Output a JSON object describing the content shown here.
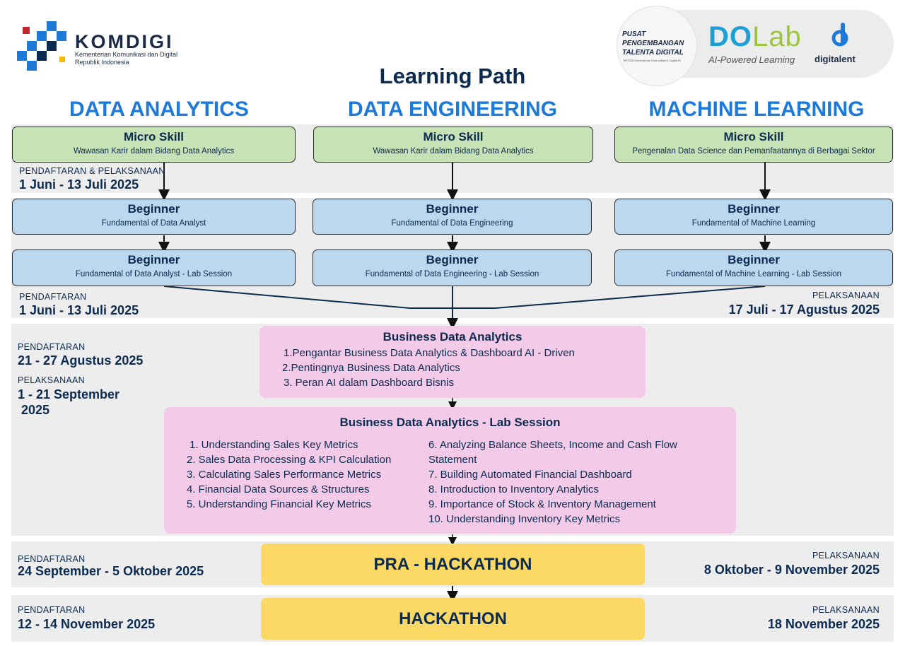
{
  "logos": {
    "komdigi": {
      "name": "KOMDIGI",
      "subtitle_line1": "Kementerian Komunikasi dan Digital",
      "subtitle_line2": "Republik Indonesia"
    },
    "pusat": {
      "line1": "PUSAT",
      "line2": "PENGEMBANGAN",
      "line3": "TALENTA DIGITAL",
      "small": "BPSDM Kementerian Komunikasi & Digital RI"
    },
    "dolab": {
      "do": "DO",
      "lab": "Lab",
      "tagline": "AI-Powered Learning"
    },
    "digitalent": {
      "name": "digitalent"
    },
    "colors": {
      "komdigi_blue": "#1e7ad9",
      "komdigi_red": "#c4262e",
      "komdigi_yellow": "#f5b800",
      "dolab_blue": "#1e9fd6",
      "dolab_green": "#9bc53d"
    }
  },
  "title": "Learning Path",
  "tracks": [
    {
      "title": "DATA ANALYTICS",
      "micro": {
        "level": "Micro Skill",
        "course": "Wawasan Karir dalam Bidang Data Analytics"
      },
      "beginner1": {
        "level": "Beginner",
        "course": "Fundamental of Data Analyst"
      },
      "beginner2": {
        "level": "Beginner",
        "course": "Fundamental of Data Analyst - Lab Session"
      }
    },
    {
      "title": "DATA ENGINEERING",
      "micro": {
        "level": "Micro Skill",
        "course": "Wawasan Karir dalam Bidang Data Analytics"
      },
      "beginner1": {
        "level": "Beginner",
        "course": "Fundamental of Data Engineering"
      },
      "beginner2": {
        "level": "Beginner",
        "course": "Fundamental of Data Engineering - Lab Session"
      }
    },
    {
      "title": "MACHINE LEARNING",
      "micro": {
        "level": "Micro Skill",
        "course": "Pengenalan Data Science dan Pemanfaatannya di Berbagai Sektor"
      },
      "beginner1": {
        "level": "Beginner",
        "course": "Fundamental of Machine Learning"
      },
      "beginner2": {
        "level": "Beginner",
        "course": "Fundamental of Machine Learning - Lab Session"
      }
    }
  ],
  "schedule": {
    "micro": {
      "label": "PENDAFTARAN & PELAKSANAAN",
      "date": "1 Juni - 13 Juli 2025"
    },
    "beginner": {
      "reg_label": "PENDAFTARAN",
      "reg_date": "1 Juni - 13 Juli 2025",
      "exec_label": "PELAKSANAAN",
      "exec_date": "17 Juli - 17 Agustus 2025"
    },
    "bda": {
      "reg_label": "PENDAFTARAN",
      "reg_date": "21 - 27 Agustus 2025",
      "exec_label": "PELAKSANAAN",
      "exec_date_line1": "1 - 21 September",
      "exec_date_line2": "2025"
    },
    "pra": {
      "reg_label": "PENDAFTARAN",
      "reg_date": "24 September - 5 Oktober 2025",
      "exec_label": "PELAKSANAAN",
      "exec_date": "8 Oktober - 9 November 2025"
    },
    "hack": {
      "reg_label": "PENDAFTARAN",
      "reg_date": "12 - 14 November 2025",
      "exec_label": "PELAKSANAAN",
      "exec_date": "18 November 2025"
    }
  },
  "bda": {
    "title": "Business Data Analytics",
    "items": [
      "1.Pengantar Business Data Analytics & Dashboard AI - Driven",
      "2.Pentingnya Business Data Analytics",
      "3. Peran AI dalam Dashboard Bisnis"
    ]
  },
  "bda_lab": {
    "title": "Business Data Analytics - Lab Session",
    "left_items": [
      "1. Understanding Sales Key Metrics",
      "2. Sales Data Processing & KPI Calculation",
      "3. Calculating Sales Performance Metrics",
      "4. Financial Data Sources & Structures",
      "5. Understanding Financial Key Metrics"
    ],
    "right_items": [
      "6. Analyzing Balance Sheets, Income and Cash Flow",
      "Statement",
      "7. Building Automated Financial Dashboard",
      "8. Introduction to Inventory Analytics",
      "9. Importance of Stock & Inventory Management",
      "10. Understanding Inventory Key Metrics"
    ]
  },
  "pra_hackathon": "PRA - HACKATHON",
  "hackathon": "HACKATHON"
}
